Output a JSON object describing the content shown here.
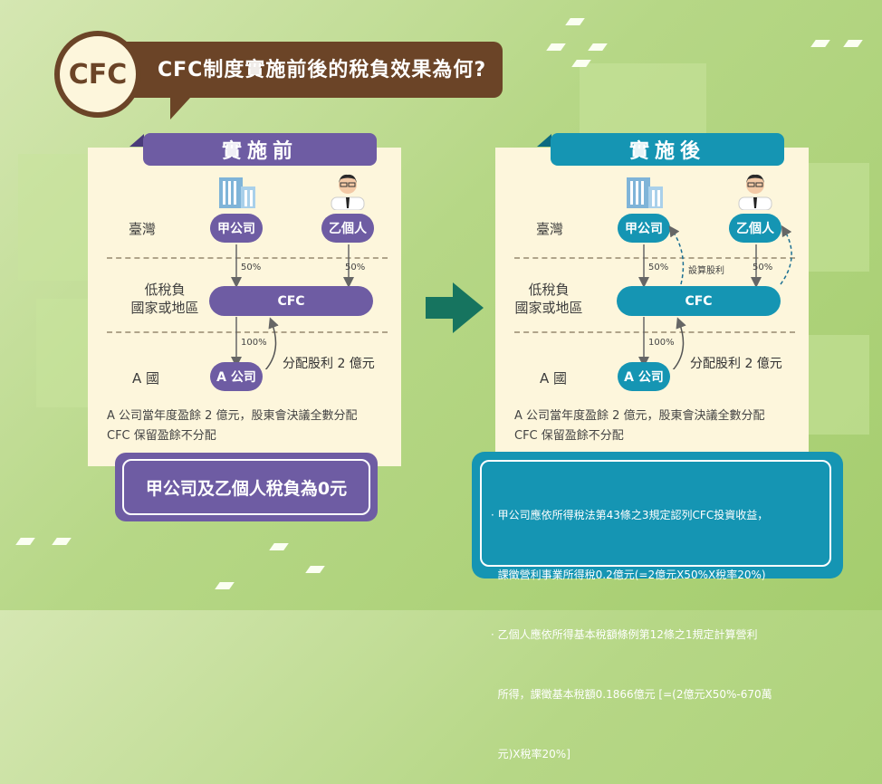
{
  "title": {
    "badge": "CFC",
    "question": "CFC制度實施前後的稅負效果為何?"
  },
  "before": {
    "header": "實施前",
    "row_taiwan": "臺灣",
    "row_low_tax": [
      "低稅負",
      "國家或地區"
    ],
    "row_a": "A 國",
    "company_jia": "甲公司",
    "person_yi": "乙個人",
    "pct_left": "50%",
    "pct_right": "50%",
    "cfc": "CFC",
    "pct_down": "100%",
    "a_company": "A 公司",
    "dividend": "分配股利 2 億元",
    "note": [
      "A 公司當年度盈餘 2 億元，股東會決議全數分配",
      "CFC 保留盈餘不分配"
    ],
    "result": "甲公司及乙個人稅負為0元"
  },
  "after": {
    "header": "實施後",
    "row_taiwan": "臺灣",
    "row_low_tax": [
      "低稅負",
      "國家或地區"
    ],
    "row_a": "A 國",
    "company_jia": "甲公司",
    "person_yi": "乙個人",
    "pct_left": "50%",
    "pct_right": "50%",
    "deemed": "設算股利",
    "cfc": "CFC",
    "pct_down": "100%",
    "a_company": "A 公司",
    "dividend": "分配股利 2 億元",
    "note": [
      "A 公司當年度盈餘 2 億元，股東會決議全數分配",
      "CFC 保留盈餘不分配"
    ],
    "result": [
      "· 甲公司應依所得稅法第43條之3規定認列CFC投資收益，",
      "  課徵營利事業所得稅0.2億元(=2億元X50%X稅率20%)",
      "· 乙個人應依所得基本稅額條例第12條之1規定計算營利",
      "  所得，課徵基本稅額0.1866億元 [=(2億元X50%-670萬",
      "  元)X稅率20%]"
    ]
  },
  "colors": {
    "before": "#6e5ca3",
    "after": "#1595b3",
    "brown": "#6b4427",
    "arrow": "#16745f",
    "panel": "#fdf6dc"
  },
  "icons": {
    "building": "building-icon",
    "person": "businessman-icon",
    "arrow": "right-arrow-icon"
  }
}
